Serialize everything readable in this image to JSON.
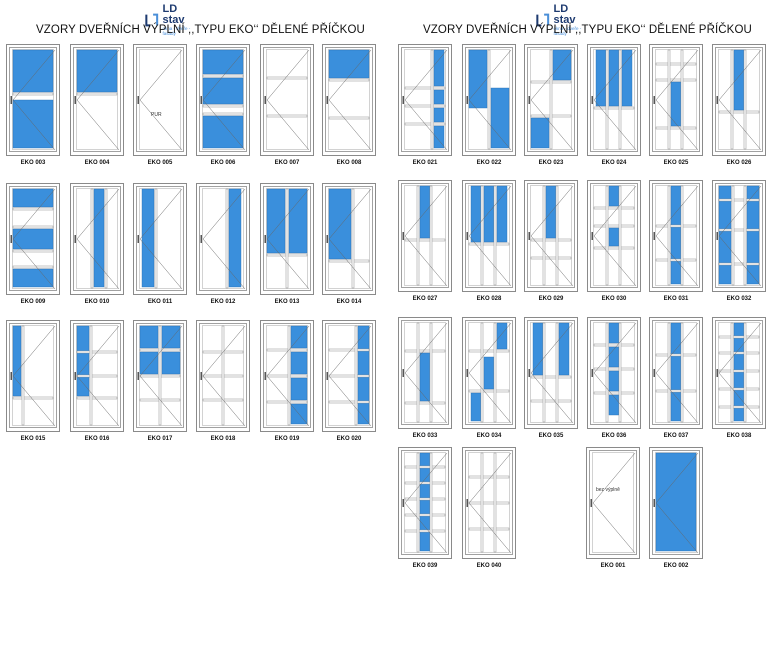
{
  "brand": {
    "name": "LD stav",
    "tagline": "okna - dveře - fasády"
  },
  "heading": "VZORY DVEŘNÍCH VÝPLNÍ ,,TYPU EKO‘‘ DĚLENÉ PŘÍČKOU",
  "colors": {
    "glass": "#3a8fdc",
    "frame": "#8a8a8a",
    "logo_dark": "#1e3b70",
    "logo_light": "#4a8fd8"
  },
  "left_doors": [
    {
      "label": "EKO 003",
      "note": ""
    },
    {
      "label": "EKO 004",
      "note": ""
    },
    {
      "label": "EKO 005",
      "note": "PUR"
    },
    {
      "label": "EKO 006",
      "note": ""
    },
    {
      "label": "EKO 007",
      "note": ""
    },
    {
      "label": "EKO 008",
      "note": ""
    },
    {
      "label": "EKO 009",
      "note": ""
    },
    {
      "label": "EKO 010",
      "note": ""
    },
    {
      "label": "EKO 011",
      "note": ""
    },
    {
      "label": "EKO 012",
      "note": ""
    },
    {
      "label": "EKO 013",
      "note": ""
    },
    {
      "label": "EKO 014",
      "note": ""
    },
    {
      "label": "EKO 015",
      "note": ""
    },
    {
      "label": "EKO 016",
      "note": ""
    },
    {
      "label": "EKO 017",
      "note": ""
    },
    {
      "label": "EKO 018",
      "note": ""
    },
    {
      "label": "EKO 019",
      "note": ""
    },
    {
      "label": "EKO 020",
      "note": ""
    }
  ],
  "right_doors": [
    {
      "label": "EKO 021",
      "note": ""
    },
    {
      "label": "EKO 022",
      "note": ""
    },
    {
      "label": "EKO 023",
      "note": ""
    },
    {
      "label": "EKO 024",
      "note": ""
    },
    {
      "label": "EKO 025",
      "note": ""
    },
    {
      "label": "EKO 026",
      "note": ""
    },
    {
      "label": "EKO 027",
      "note": ""
    },
    {
      "label": "EKO 028",
      "note": ""
    },
    {
      "label": "EKO 029",
      "note": ""
    },
    {
      "label": "EKO 030",
      "note": ""
    },
    {
      "label": "EKO 031",
      "note": ""
    },
    {
      "label": "EKO 032",
      "note": ""
    },
    {
      "label": "EKO 033",
      "note": ""
    },
    {
      "label": "EKO 034",
      "note": ""
    },
    {
      "label": "EKO 035",
      "note": ""
    },
    {
      "label": "EKO 036",
      "note": ""
    },
    {
      "label": "EKO 037",
      "note": ""
    },
    {
      "label": "EKO 038",
      "note": ""
    },
    {
      "label": "EKO 039",
      "note": ""
    },
    {
      "label": "EKO 040",
      "note": ""
    },
    {
      "label": "EKO 001",
      "note": "bez výplně"
    },
    {
      "label": "EKO 002",
      "note": ""
    }
  ]
}
